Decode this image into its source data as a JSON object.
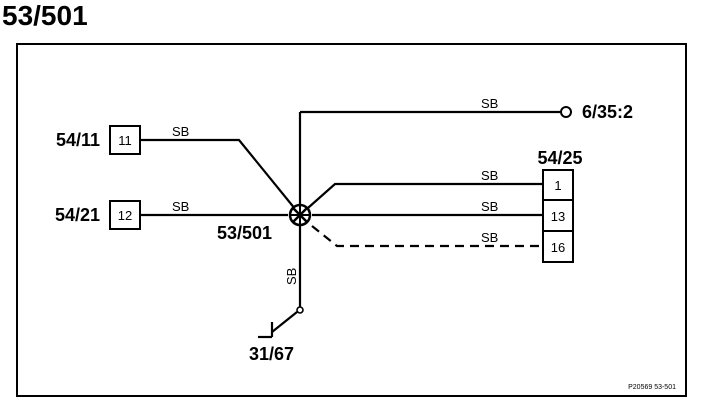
{
  "title": "53/501",
  "splice": {
    "label": "53/501"
  },
  "connectors": {
    "c1": {
      "name": "54/11",
      "pin": "11"
    },
    "c2": {
      "name": "54/21",
      "pin": "12"
    },
    "c3": {
      "name": "54/25",
      "pins": [
        "1",
        "13",
        "16"
      ]
    }
  },
  "terminal": {
    "label": "6/35:2"
  },
  "ground": {
    "label": "31/67"
  },
  "wires": {
    "to_terminal": "SB",
    "from_54_11": "SB",
    "from_54_21": "SB",
    "to_pin_1": "SB",
    "to_pin_13": "SB",
    "to_pin_16": "SB",
    "to_ground": "SB"
  },
  "reference": "P20569  53-501",
  "colors": {
    "line": "#000000",
    "background": "#ffffff"
  }
}
